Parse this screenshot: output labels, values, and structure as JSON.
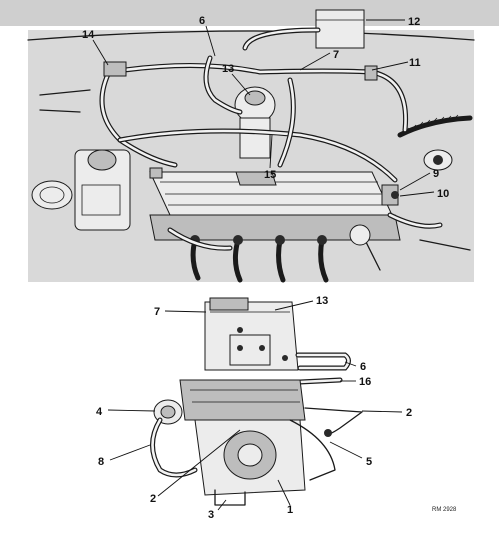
{
  "top_view": {
    "callouts": [
      {
        "id": "top-6",
        "label": "6"
      },
      {
        "id": "top-12",
        "label": "12"
      },
      {
        "id": "top-14",
        "label": "14"
      },
      {
        "id": "top-7",
        "label": "7"
      },
      {
        "id": "top-11",
        "label": "11"
      },
      {
        "id": "top-13",
        "label": "13"
      },
      {
        "id": "top-15",
        "label": "15"
      },
      {
        "id": "top-9",
        "label": "9"
      },
      {
        "id": "top-10",
        "label": "10"
      }
    ]
  },
  "bottom_view": {
    "callouts": [
      {
        "id": "bot-7",
        "label": "7"
      },
      {
        "id": "bot-13",
        "label": "13"
      },
      {
        "id": "bot-6",
        "label": "6"
      },
      {
        "id": "bot-16",
        "label": "16"
      },
      {
        "id": "bot-4",
        "label": "4"
      },
      {
        "id": "bot-2r",
        "label": "2"
      },
      {
        "id": "bot-8",
        "label": "8"
      },
      {
        "id": "bot-5",
        "label": "5"
      },
      {
        "id": "bot-2l",
        "label": "2"
      },
      {
        "id": "bot-3",
        "label": "3"
      },
      {
        "id": "bot-1",
        "label": "1"
      }
    ],
    "reference_code": "RM 2928"
  },
  "colors": {
    "ink": "#1a1a1a",
    "paper": "#ffffff",
    "shade": "#bdbdbd"
  }
}
